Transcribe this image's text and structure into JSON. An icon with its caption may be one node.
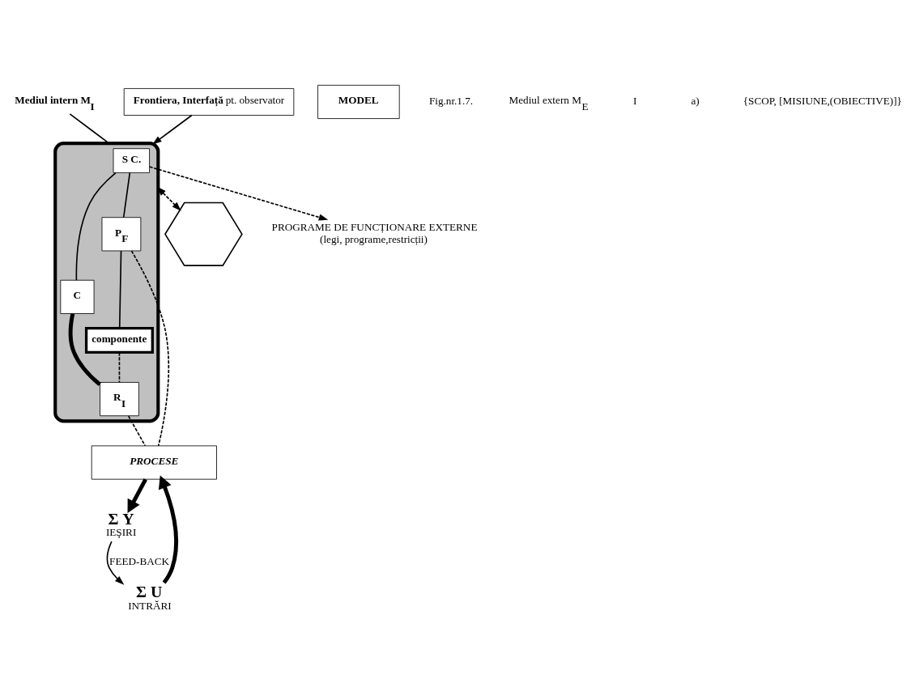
{
  "diagram": {
    "nodes": [
      {
        "text": [
          "Mediul intern M$_{I}$"
        ]
      },
      {
        "text": [],
        "shape": "octagon"
      },
      {
        "text": [
          "S C."
        ],
        "in": 1
      },
      {
        "text": [
          "C"
        ],
        "in": 1
      },
      {
        "text": [
          "P$_{F}$"
        ],
        "in": 1
      },
      {
        "text": [
          "componente"
        ],
        "in": 1
      },
      {
        "text": [
          "R$_{I}$"
        ],
        "in": 1
      },
      {
        "text": [
          "PROCESE"
        ]
      },
      {
        "text": [
          "MODEL"
        ]
      },
      {
        "text": [],
        "shape": "hexagon"
      },
      {
        "text": [
          "**Frontiera, Interfață** pt. observator"
        ]
      },
      {
        "text": [
          "Σ U"
        ],
        "beside": [
          "INTRĂRI"
        ]
      },
      {
        "text": [
          "Σ Y"
        ],
        "beside": [
          "IEŞIRI"
        ]
      },
      {
        "text": [
          "PROGRAME DE FUNCȚIONARE EXTERNE",
          "(legi, programe,restricții)"
        ]
      }
    ],
    "edges": [
      {
        "from": 0,
        "to": 1,
        "arrow": "none"
      },
      {
        "from": 2,
        "to": 3,
        "arrow": "none"
      },
      {
        "from": 2,
        "to": 4,
        "arrow": "none"
      },
      {
        "from": 3,
        "to": 6,
        "arrow": "none",
        "style": "thick"
      },
      {
        "from": 4,
        "to": 5,
        "arrow": "none"
      },
      {
        "from": 5,
        "to": 6,
        "arrow": "none",
        "style": "dashed"
      },
      {
        "from": 6,
        "to": 7,
        "arrow": "none",
        "style": "dashed"
      },
      {
        "from": 4,
        "to": 7,
        "arrow": "none",
        "style": "dashed"
      },
      {
        "from": 2,
        "to": 13,
        "arrow": "to",
        "style": "dashed"
      },
      {
        "from": 1,
        "to": 9,
        "arrow": "both",
        "style": "dashed"
      },
      {
        "from": 10,
        "to": 1,
        "arrow": "to"
      },
      {
        "from": 11,
        "to": 7,
        "arrow": "to",
        "style": "thick"
      },
      {
        "from": 7,
        "to": 12,
        "arrow": "to",
        "style": "thick"
      },
      {
        "from": 12,
        "to": 11,
        "arrow": "to",
        "label": "FEED-BACK"
      }
    ],
    "labels": [
      "Fig.nr.1.7.",
      "Mediul extern M$_{E}$",
      "I",
      "a)",
      "{SCOP, [MISIUNE,(OBIECTIVE)]}"
    ]
  }
}
